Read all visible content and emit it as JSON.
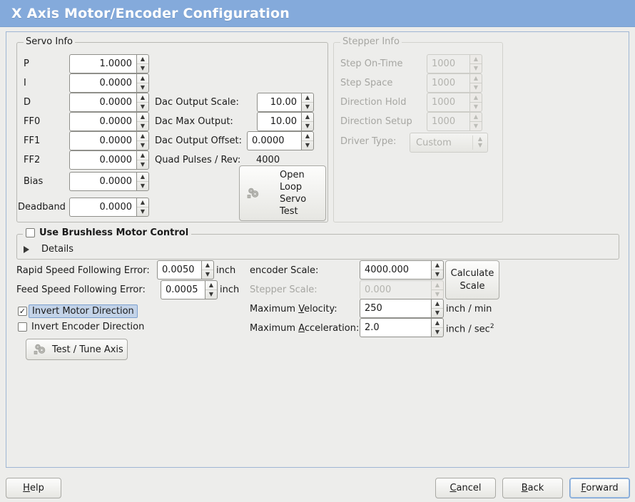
{
  "window": {
    "title": "X Axis Motor/Encoder Configuration",
    "title_bar_color": "#84aadb",
    "panel_border_color": "#9fb6d4",
    "background": "#ededeb"
  },
  "servo_info": {
    "legend": "Servo Info",
    "rows": [
      {
        "label": "P",
        "value": "1.0000"
      },
      {
        "label": "I",
        "value": "0.0000"
      },
      {
        "label": "D",
        "value": "0.0000"
      },
      {
        "label": "FF0",
        "value": "0.0000"
      },
      {
        "label": "FF1",
        "value": "0.0000"
      },
      {
        "label": "FF2",
        "value": "0.0000"
      },
      {
        "label": "Bias",
        "value": "0.0000"
      },
      {
        "label": "Deadband",
        "value": "0.0000"
      }
    ],
    "dac": [
      {
        "label": "Dac Output Scale:",
        "value": "10.00"
      },
      {
        "label": "Dac Max Output:",
        "value": "10.00"
      },
      {
        "label": "Dac Output Offset:",
        "value": "0.0000"
      }
    ],
    "quad_pulses_label": "Quad Pulses / Rev:",
    "quad_pulses_value": "4000",
    "open_loop_button": {
      "line1": "Open",
      "line2": "Loop",
      "line3": "Servo",
      "line4": "Test",
      "icon": "gears-icon"
    }
  },
  "stepper_info": {
    "legend": "Stepper Info",
    "enabled": false,
    "rows": [
      {
        "label": "Step On-Time",
        "value": "1000"
      },
      {
        "label": "Step Space",
        "value": "1000"
      },
      {
        "label": "Direction Hold",
        "value": "1000"
      },
      {
        "label": "Direction Setup",
        "value": "1000"
      }
    ],
    "driver_type_label": "Driver Type:",
    "driver_type_value": "Custom"
  },
  "brushless": {
    "checkbox_label": "Use Brushless Motor Control",
    "checked": false,
    "details_label": "Details",
    "details_expanded": false
  },
  "errors": {
    "rapid_label": "Rapid Speed Following Error:",
    "rapid_value": "0.0050",
    "rapid_unit": "inch",
    "feed_label": "Feed Speed Following Error:",
    "feed_value": "0.0005",
    "feed_unit": "inch"
  },
  "inverts": {
    "motor_label": "Invert Motor Direction",
    "motor_checked": true,
    "motor_check_glyph": "✓",
    "encoder_label": "Invert Encoder Direction",
    "encoder_checked": false
  },
  "test_tune_button": {
    "label": "Test / Tune Axis",
    "icon": "gears-icon"
  },
  "scales": {
    "encoder_label": "encoder Scale:",
    "encoder_value": "4000.000",
    "stepper_label": "Stepper Scale:",
    "stepper_value": "0.000",
    "stepper_enabled": false,
    "calculate_button": {
      "line1": "Calculate",
      "line2": "Scale"
    },
    "max_velocity_label_pre": "Maximum ",
    "max_velocity_label_mn": "V",
    "max_velocity_label_post": "elocity:",
    "max_velocity_value": "250",
    "max_velocity_unit": "inch / min",
    "max_accel_label_pre": "Maximum ",
    "max_accel_label_mn": "A",
    "max_accel_label_post": "cceleration:",
    "max_accel_value": "2.0",
    "max_accel_unit_pre": "inch / sec",
    "max_accel_unit_sup": "2"
  },
  "footer": {
    "help": {
      "mnemonic": "H",
      "rest": "elp"
    },
    "cancel": {
      "mnemonic": "C",
      "rest": "ancel"
    },
    "back": {
      "mnemonic": "B",
      "rest": "ack"
    },
    "forward": {
      "mnemonic": "F",
      "rest": "orward",
      "focused": true
    }
  }
}
